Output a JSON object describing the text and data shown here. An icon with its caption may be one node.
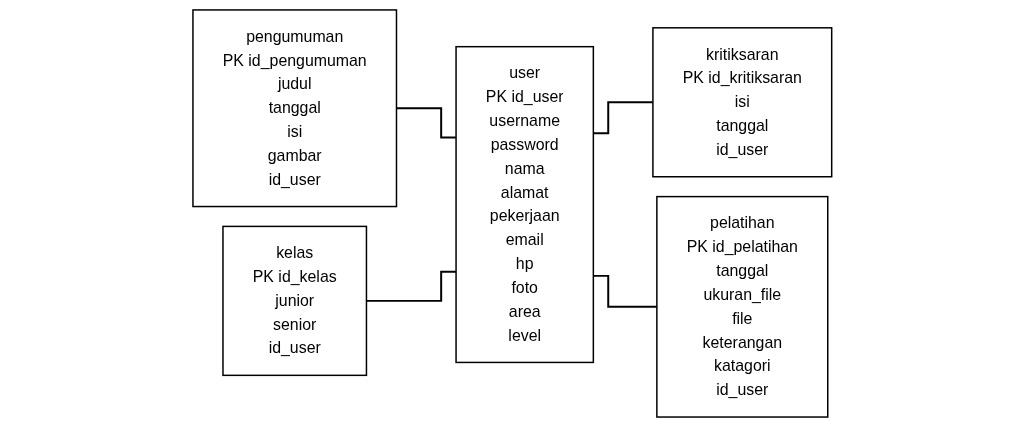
{
  "diagram": {
    "nodes": [
      {
        "text": [
          "pengumuman",
          "PK",
          "id_pengumuman",
          "judul",
          "tanggal",
          "isi",
          "gambar",
          "id_user"
        ]
      },
      {
        "text": [
          "kritiksaran",
          "PK",
          "id_kritiksaran",
          "isi",
          "tanggal",
          "id_user"
        ]
      },
      {
        "text": [
          "user",
          "PK",
          "id_user",
          "username",
          "password",
          "nama",
          "alamat",
          "pekerjaan",
          "email",
          "hp",
          "foto",
          "area",
          "level"
        ]
      },
      {
        "text": [
          "pelatihan",
          "PK",
          "id_pelatihan",
          "tanggal",
          "ukuran_file",
          "file",
          "keterangan",
          "katagori",
          "id_user"
        ]
      },
      {
        "text": [
          "kelas",
          "PK",
          "id_kelas",
          "junior",
          "senior",
          "id_user"
        ]
      }
    ],
    "edges": [
      {
        "from": 0,
        "to": 2,
        "arrow": "none"
      },
      {
        "from": 4,
        "to": 2,
        "arrow": "none"
      },
      {
        "from": 2,
        "to": 1,
        "arrow": "none"
      },
      {
        "from": 2,
        "to": 3,
        "arrow": "none"
      }
    ]
  }
}
